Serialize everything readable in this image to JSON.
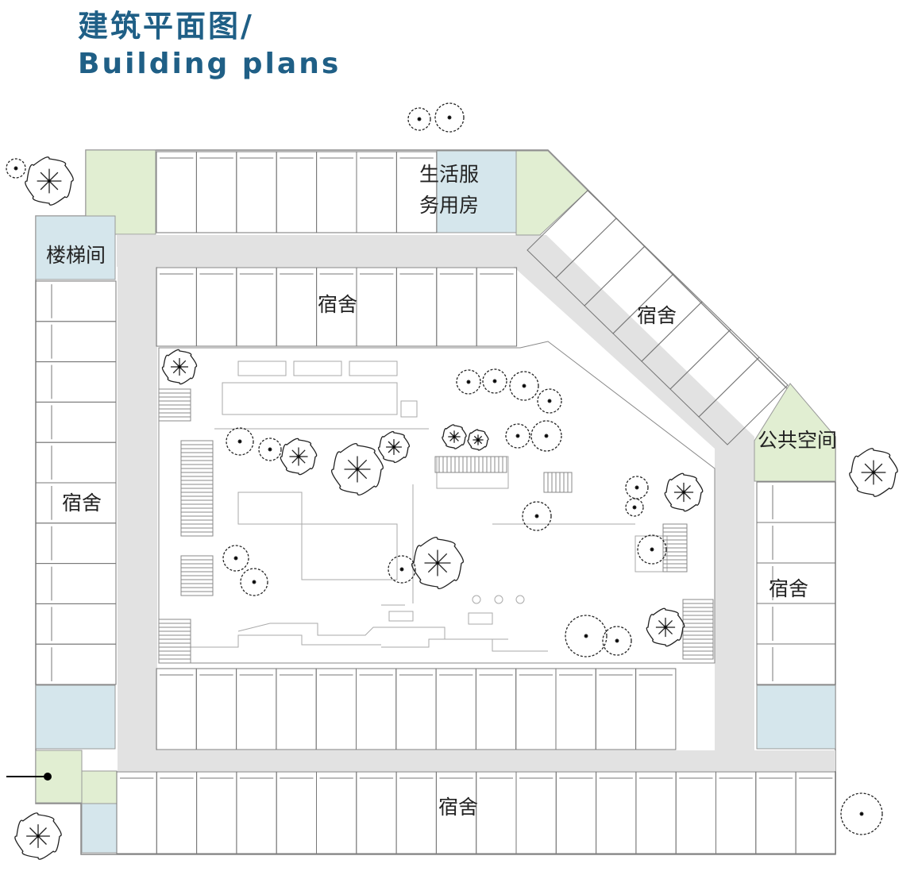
{
  "header": {
    "title_cn": "建筑平面图/",
    "title_en": "Building plans"
  },
  "colors": {
    "title": "#1f5f86",
    "corridor": "#e2e2e2",
    "stair_room": "#d5e6ec",
    "green_space": "#e1eed2",
    "room_line": "#777777"
  },
  "labels": {
    "stairwell": "楼梯间",
    "service_line1": "生活服",
    "service_line2": "务用房",
    "dorm_top": "宿舍",
    "dorm_diagonal": "宿舍",
    "dorm_left": "宿舍",
    "dorm_right": "宿舍",
    "dorm_bottom": "宿舍",
    "public_space": "公共空间"
  }
}
